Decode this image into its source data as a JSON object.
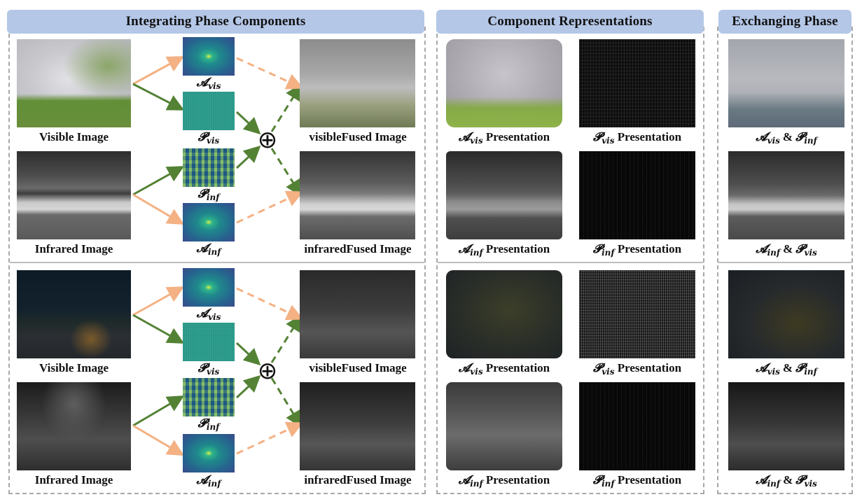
{
  "headers": {
    "integrating": "Integrating  Phase Components",
    "component": "Component  Representations",
    "exchanging": "Exchanging  Phase"
  },
  "symbols": {
    "amplitude": "𝓐",
    "phase": "𝓟",
    "vis": "vis",
    "inf": "inf",
    "plus": "⊕",
    "and": "&"
  },
  "labels": {
    "visible_image": "Visible Image",
    "infrared_image": "Infrared Image",
    "visible_fused": "visibleFused Image",
    "infrared_fused": "infraredFused Image",
    "presentation": "Presentation"
  },
  "colors": {
    "header_bg": "#b4c7e7",
    "amplitude_arrow": "#f4b183",
    "phase_arrow": "#548235",
    "dashed_border": "#a9a9a9"
  }
}
